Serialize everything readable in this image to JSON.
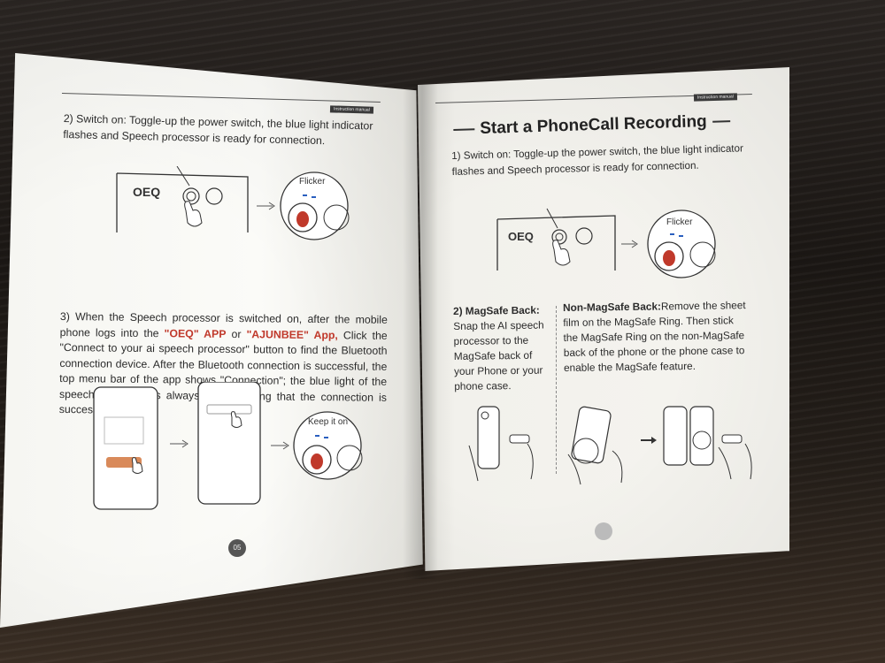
{
  "left_page": {
    "header_tab": "Instruction manual",
    "step2": "2) Switch on: Toggle-up the power switch, the blue light indicator flashes and Speech processor is ready for connection.",
    "flicker_label": "Flicker",
    "step3_a": "3) When the Speech processor is switched on, after the mobile phone logs into the ",
    "app1": "\"OEQ\" APP",
    "or": " or ",
    "app2": "\"AJUNBEE\" App,",
    "step3_b": " Click the \"Connect to your ai speech processor\" button to find the Bluetooth connection device. After the Bluetooth connection is successful, the top menu bar of the app shows \"Connection\"; the blue light of the speech processor is always on, indicating that the connection is successful.",
    "keep_label": "Keep it on",
    "page_number": "05"
  },
  "right_page": {
    "header_tab": "Instruction manual",
    "title": "Start a PhoneCall Recording",
    "step1": "1) Switch on: Toggle-up the power switch, the blue light indicator flashes and Speech processor is ready for connection.",
    "flicker_label": "Flicker",
    "magsafe_heading": "2) MagSafe Back:",
    "magsafe_text": "Snap the AI speech processor to the MagSafe back of your Phone or your phone case.",
    "nonmag_heading": "Non-MagSafe Back:",
    "nonmag_text": "Remove the sheet film on the MagSafe Ring. Then stick the MagSafe Ring on the non-MagSafe back of the phone or the phone case to enable the MagSafe feature."
  },
  "colors": {
    "accent_red": "#c0392b",
    "led_blue": "#2a5fbf"
  }
}
